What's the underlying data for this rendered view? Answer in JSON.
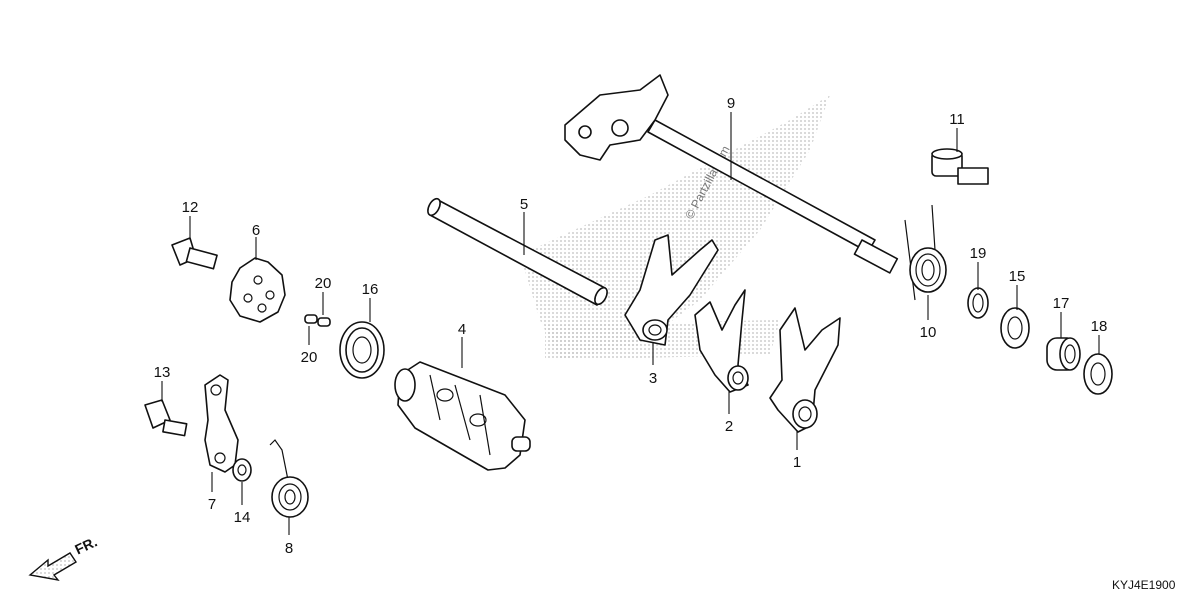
{
  "diagram": {
    "drawing_code": "KYJ4E1900",
    "direction_label": "FR.",
    "watermark": "© Partzilla.com",
    "callouts": [
      "1",
      "2",
      "3",
      "4",
      "5",
      "6",
      "7",
      "8",
      "9",
      "10",
      "11",
      "12",
      "13",
      "14",
      "15",
      "16",
      "17",
      "18",
      "19",
      "20"
    ],
    "callout_20_second": "20"
  }
}
